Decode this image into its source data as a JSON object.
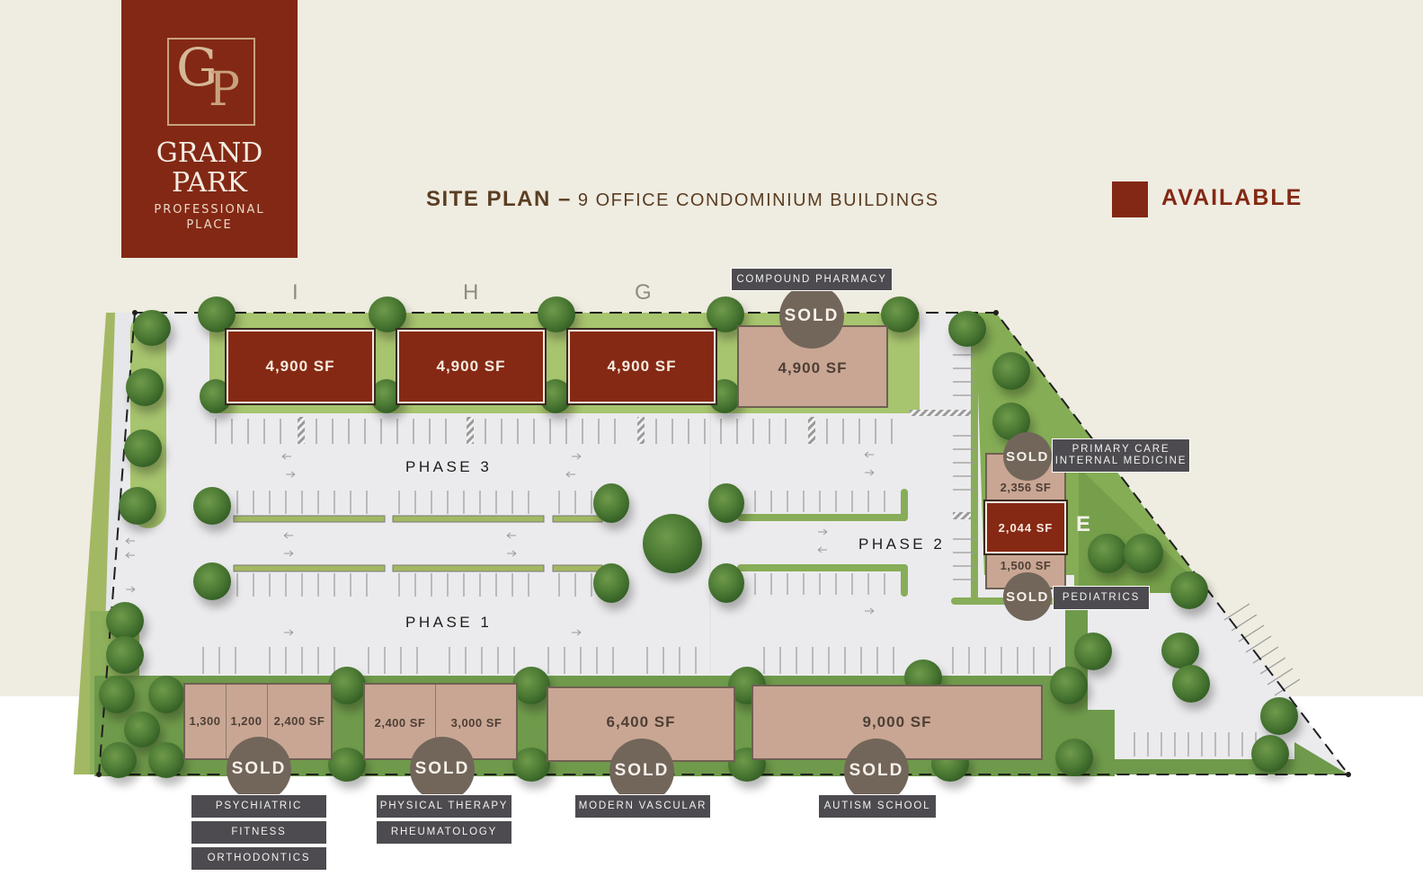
{
  "logo": {
    "monogram_g": "G",
    "monogram_p": "P",
    "line1": "GRAND",
    "line2": "PARK",
    "line3": "PROFESSIONAL",
    "line4": "PLACE"
  },
  "header": {
    "title_bold": "SITE PLAN –",
    "title_rest": " 9 OFFICE CONDOMINIUM BUILDINGS"
  },
  "legend": {
    "label": "AVAILABLE",
    "color": "#832814"
  },
  "colors": {
    "available": "#862914",
    "sold": "#c9a694",
    "sold_badge": "#72665a",
    "tenant_label": "#4d4b4f",
    "grass": "#6f9a4b",
    "pavement": "#ebebed",
    "background": "#efece1"
  },
  "phases": {
    "phase1": "PHASE 1",
    "phase2": "PHASE 2",
    "phase3": "PHASE 3"
  },
  "buildings": {
    "I": {
      "letter": "I",
      "size": "4,900 SF",
      "status": "available"
    },
    "H": {
      "letter": "H",
      "size": "4,900 SF",
      "status": "available"
    },
    "G": {
      "letter": "G",
      "size": "4,900 SF",
      "status": "available"
    },
    "F": {
      "size": "4,900 SF",
      "status": "sold",
      "badge": "SOLD",
      "tenant": "COMPOUND PHARMACY"
    },
    "E": {
      "letter": "E",
      "units": [
        {
          "size": "2,356 SF",
          "status": "sold"
        },
        {
          "size": "2,044 SF",
          "status": "available"
        },
        {
          "size": "1,500 SF",
          "status": "sold"
        }
      ],
      "badge_top": "SOLD",
      "tenant_top_line1": "PRIMARY CARE",
      "tenant_top_line2": "INTERNAL MEDICINE",
      "badge_bottom": "SOLD",
      "tenant_bottom": "PEDIATRICS"
    },
    "A": {
      "units": [
        "1,300",
        "1,200",
        "2,400 SF"
      ],
      "status": "sold",
      "badge": "SOLD",
      "tenants": [
        "PSYCHIATRIC",
        "FITNESS",
        "ORTHODONTICS"
      ]
    },
    "B": {
      "units": [
        "2,400 SF",
        "3,000 SF"
      ],
      "status": "sold",
      "badge": "SOLD",
      "tenants": [
        "PHYSICAL THERAPY",
        "RHEUMATOLOGY"
      ]
    },
    "C": {
      "size": "6,400 SF",
      "status": "sold",
      "badge": "SOLD",
      "tenant": "MODERN VASCULAR"
    },
    "D": {
      "size": "9,000 SF",
      "status": "sold",
      "badge": "SOLD",
      "tenant": "AUTISM SCHOOL"
    }
  }
}
